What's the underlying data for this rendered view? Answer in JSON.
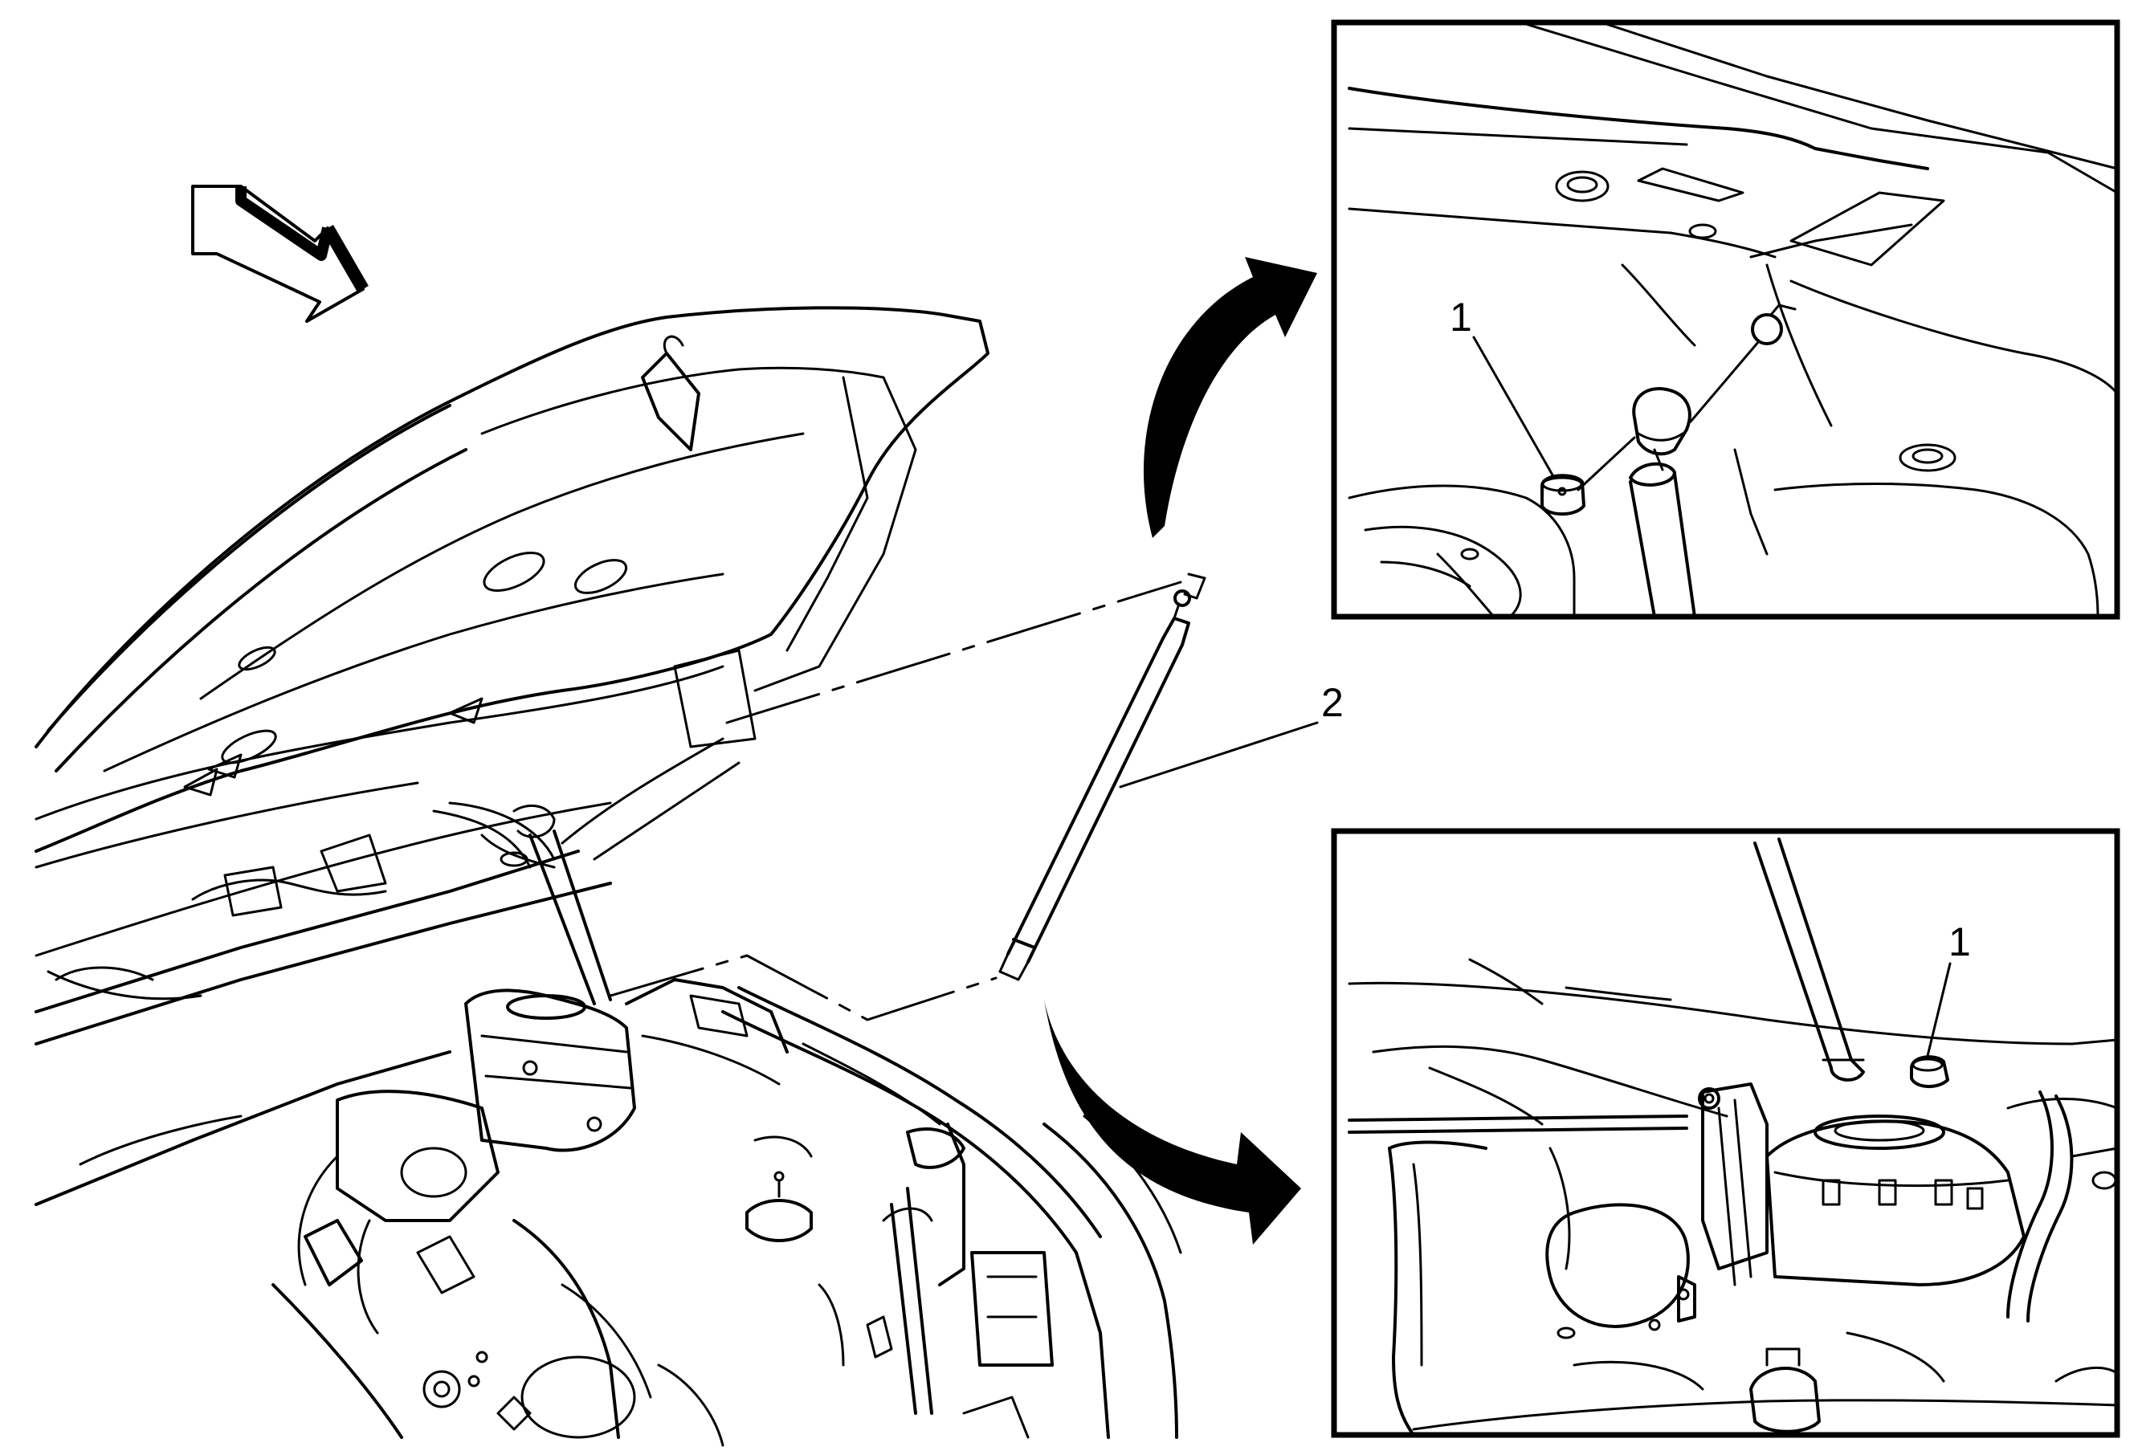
{
  "diagram": {
    "callouts": {
      "strut_label": "2",
      "upper_clip_label": "1",
      "lower_clip_label": "1"
    },
    "colors": {
      "line": "#000000",
      "background": "#ffffff"
    }
  }
}
